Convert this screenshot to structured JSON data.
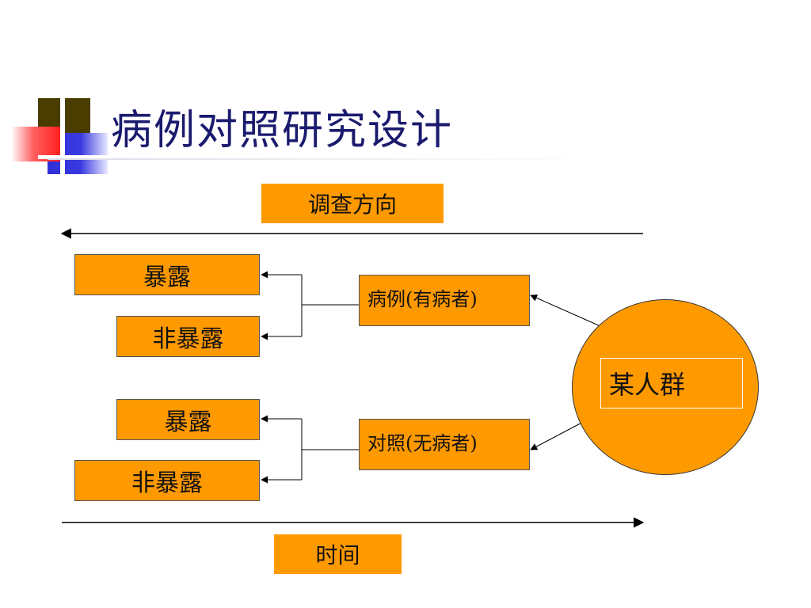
{
  "slide": {
    "title": "病例对照研究设计"
  },
  "labels": {
    "direction": "调查方向",
    "time": "时间",
    "population": "某人群",
    "case": "病例(有病者)",
    "control": "对照(无病者)",
    "case_exposed": "暴露",
    "case_unexposed": "非暴露",
    "control_exposed": "暴露",
    "control_unexposed": "非暴露"
  },
  "colors": {
    "box_fill": "#ff9900",
    "title_text": "#1a1a6e",
    "deco_olive": "#4a3d00",
    "deco_blue": "#2f2fd6",
    "deco_red": "#ff3030"
  }
}
